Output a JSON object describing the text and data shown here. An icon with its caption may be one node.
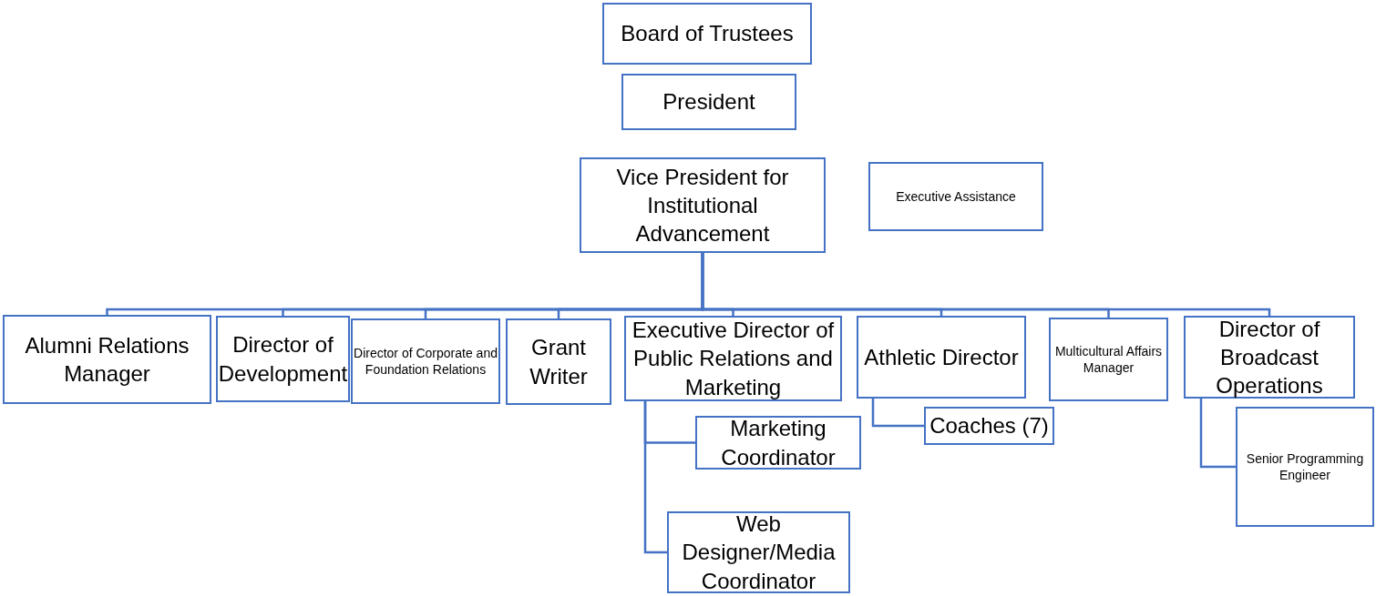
{
  "diagram": {
    "nodes": [
      {
        "text": [
          "Board of Trustees"
        ]
      },
      {
        "text": [
          "President"
        ]
      },
      {
        "text": [
          "Vice President for Institutional Advancement"
        ]
      },
      {
        "text": [
          "Executive Assistance"
        ]
      },
      {
        "text": [
          "Alumni Relations Manager"
        ]
      },
      {
        "text": [
          "Director of Development"
        ]
      },
      {
        "text": [
          "Director of Corporate and Foundation Relations"
        ]
      },
      {
        "text": [
          "Grant Writer"
        ]
      },
      {
        "text": [
          "Executive Director of Public Relations and Marketing"
        ]
      },
      {
        "text": [
          "Athletic Director"
        ]
      },
      {
        "text": [
          "Multicultural Affairs Manager"
        ]
      },
      {
        "text": [
          "Director of Broadcast Operations"
        ]
      },
      {
        "text": [
          "Marketing Coordinator"
        ]
      },
      {
        "text": [
          "Web Designer/Media Coordinator"
        ]
      },
      {
        "text": [
          "Coaches (7)"
        ]
      },
      {
        "text": [
          "Senior Programming Engineer"
        ]
      }
    ],
    "edges": [
      {
        "from": 2,
        "to": 4,
        "arrow": "none"
      },
      {
        "from": 2,
        "to": 5,
        "arrow": "none"
      },
      {
        "from": 2,
        "to": 6,
        "arrow": "none"
      },
      {
        "from": 2,
        "to": 7,
        "arrow": "none"
      },
      {
        "from": 2,
        "to": 8,
        "arrow": "none"
      },
      {
        "from": 2,
        "to": 9,
        "arrow": "none"
      },
      {
        "from": 2,
        "to": 10,
        "arrow": "none"
      },
      {
        "from": 2,
        "to": 11,
        "arrow": "none"
      },
      {
        "from": 8,
        "to": 12,
        "arrow": "none"
      },
      {
        "from": 8,
        "to": 13,
        "arrow": "none"
      },
      {
        "from": 9,
        "to": 14,
        "arrow": "none"
      },
      {
        "from": 11,
        "to": 15,
        "arrow": "none"
      }
    ]
  }
}
